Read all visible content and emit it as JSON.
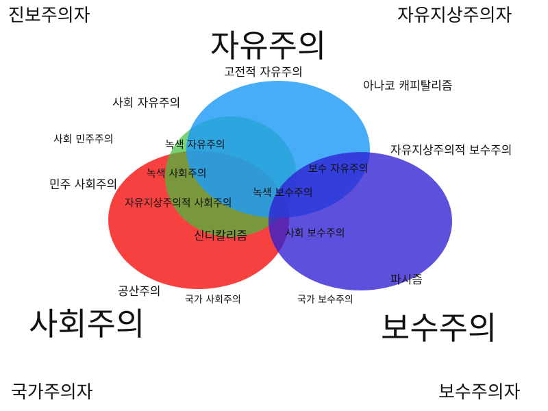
{
  "corners": {
    "top_left": "진보주의자",
    "top_right": "자유지상주의자",
    "bottom_left": "국가주의자",
    "bottom_right": "보수주의자"
  },
  "main": {
    "liberalism": "자유주의",
    "socialism": "사회주의",
    "conservatism": "보수주의"
  },
  "labels": {
    "classical_liberalism": "고전적 자유주의",
    "anarcho_capitalism": "아나코 캐피탈리즘",
    "social_liberalism": "사회 자유주의",
    "social_democracy": "사회 민주주의",
    "green_liberalism": "녹색 자유주의",
    "libertarian_conservatism": "자유지상주의적 보수주의",
    "green_socialism": "녹색 사회주의",
    "conservative_liberalism": "보수 자유주의",
    "democratic_socialism": "민주 사회주의",
    "green_conservatism": "녹색 보수주의",
    "libertarian_socialism": "자유지상주의적 사회주의",
    "syndicalism": "신디칼리즘",
    "social_conservatism": "사회 보수주의",
    "fascism": "파시즘",
    "communism": "공산주의",
    "national_socialism": "국가 사회주의",
    "national_conservatism": "국가 보수주의"
  },
  "colors": {
    "liberalism": "#1e9bf8",
    "socialism": "#f51212",
    "conservatism": "#2f1fd2",
    "green": "#43bd3c"
  }
}
